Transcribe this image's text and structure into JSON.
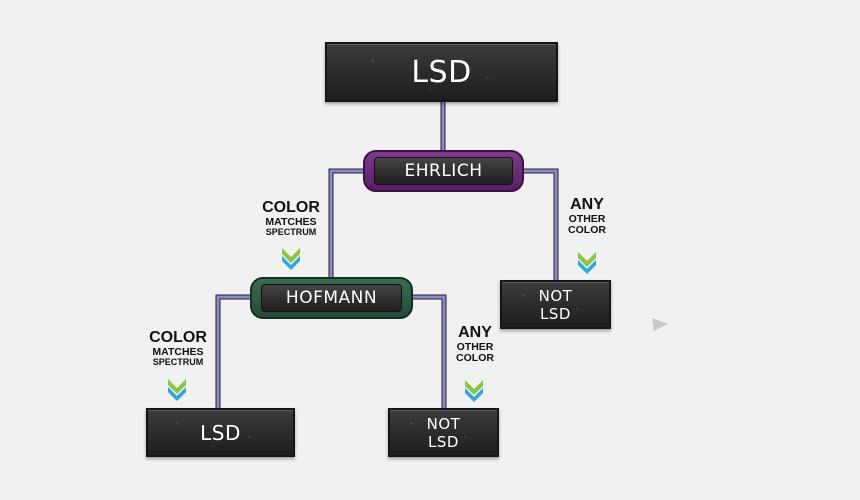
{
  "root": {
    "label": "LSD"
  },
  "tests": [
    {
      "label": "EHRLICH",
      "color": "#6c2a78"
    },
    {
      "label": "HOFMANN",
      "color": "#2e5e43"
    }
  ],
  "results": [
    {
      "label": "NOT\nLSD"
    },
    {
      "label": "LSD"
    },
    {
      "label": "NOT\nLSD"
    }
  ],
  "branches": [
    {
      "line1": "COLOR",
      "line2": "MATCHES",
      "line3": "SPECTRUM"
    },
    {
      "line1": "ANY",
      "line2": "OTHER",
      "line3": "COLOR"
    },
    {
      "line1": "COLOR",
      "line2": "MATCHES",
      "line3": "SPECTRUM"
    },
    {
      "line1": "ANY",
      "line2": "OTHER",
      "line3": "COLOR"
    }
  ],
  "colors": {
    "chevron_top": "#8cc63f",
    "chevron_bottom": "#29a8e0",
    "connector": "#8c8cc4"
  }
}
